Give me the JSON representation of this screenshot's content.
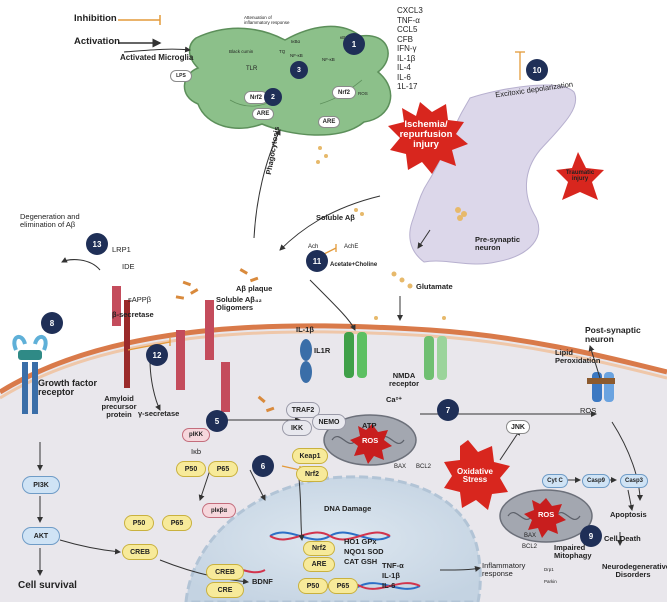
{
  "legend": {
    "inhibition": "Inhibition",
    "activation": "Activation"
  },
  "cytokines": [
    "CXCL3",
    "TNF-α",
    "CCL5",
    "CFB",
    "IFN-γ",
    "IL-1β",
    "IL-4",
    "IL-6",
    "1L-17"
  ],
  "microglia": {
    "label": "Activated Microglia",
    "lps": "LPS",
    "tlr": "TLR",
    "attenuation": "Attenuation of inflammatory response",
    "black_cumin": "Black cumin",
    "tq": "TQ",
    "ikba": "IκBα",
    "nfkb": "NF-κB",
    "nfkb2": "NF-κB",
    "kbs": "κBS",
    "nrf2_a": "Nrf2",
    "nrf2_b": "Nrf2",
    "are_a": "ARE",
    "are_b": "ARE",
    "ros": "ROS",
    "phagocytosis": "Phagocytosis"
  },
  "steps": [
    "1",
    "2",
    "3",
    "5",
    "6",
    "7",
    "8",
    "9",
    "10",
    "11",
    "12",
    "13"
  ],
  "labels": {
    "excitotoxic": "Excitoxic depolarization",
    "ischemia": "Ischemia/ repurfusion injury",
    "traumatic": "Traumatic injury",
    "soluble_ab": "Soluble Aβ",
    "presynaptic": "Pre-synaptic neuron",
    "glutamate": "Glutamate",
    "ach": "Ach",
    "ache": "AchE",
    "acetate": "Acetate+Choline",
    "ab_plaque": "Aβ plaque",
    "degeneration": "Degeneration and elimination of Aβ",
    "lrp1": "LRP1",
    "ide": "IDE",
    "sappb": "sAPPβ",
    "b_secretase": "β-secretase",
    "oligomers": "Soluble Aβ₄₂ Oligomers",
    "growth_factor": "Growth factor receptor",
    "app": "Amyloid precursor protein",
    "g_secretase": "γ-secretase",
    "il1b": "IL-1β",
    "il1r": "IL1R",
    "nmda": "NMDA receptor",
    "ca": "Ca²⁺",
    "postsynaptic": "Post-synaptic neuron",
    "lipid": "Lipid Peroxidation",
    "ros_right": "ROS",
    "jnk": "JNK",
    "traf2": "TRAF2",
    "ikk": "IKK",
    "nemo": "NEMO",
    "pikk": "pIKK",
    "ikb": "Iκb",
    "p50": "P50",
    "p65": "P65",
    "keap1": "Keap1",
    "nrf2": "Nrf2",
    "atp": "ATP",
    "ros_mito": "ROS",
    "bax": "BAX",
    "bcl2": "BCL2",
    "oxidative": "Oxidative Stress",
    "cytc": "Cyt C",
    "casp9": "Casp9",
    "casp3": "Casp3",
    "apoptosis": "Apoptosis",
    "cell_death": "Cell Death",
    "neurodeg": "Neurodegenerative Disorders",
    "ros_mito2": "ROS",
    "bax2": "BAX",
    "bcl2_2": "BCL2",
    "impaired": "Impaired Mitophagy",
    "drp1": "Drp1",
    "parkin": "Parkin",
    "pi3k": "PI3K",
    "akt": "AKT",
    "creb": "CREB",
    "cell_survival": "Cell survival",
    "p50_b": "P50",
    "p65_b": "P65",
    "pikba": "pIκβα",
    "dna_damage": "DNA Damage",
    "nrf2_nuc": "Nrf2",
    "are_nuc": "ARE",
    "ho1": "HO1 GPx",
    "nqo1": "NQO1 SOD",
    "cat": "CAT GSH",
    "creb_nuc": "CREB",
    "cre": "CRE",
    "bdnf": "BDNF",
    "p50_nuc": "P50",
    "p65_nuc": "P65",
    "tnf": "TNF-α",
    "il1b_nuc": "IL-1β",
    "il6": "IL-6",
    "inflam_resp": "Inflammatory response"
  },
  "colors": {
    "step_circle": "#1f2f57",
    "microglia": "#8cc08a",
    "cell_body": "#e6e4ea",
    "nucleus": "#cfdbe7",
    "membrane": "#d97a4a",
    "starburst": "#d8261e",
    "presynaptic": "#dcd7ea",
    "mitochondria": "#8a8e98"
  }
}
